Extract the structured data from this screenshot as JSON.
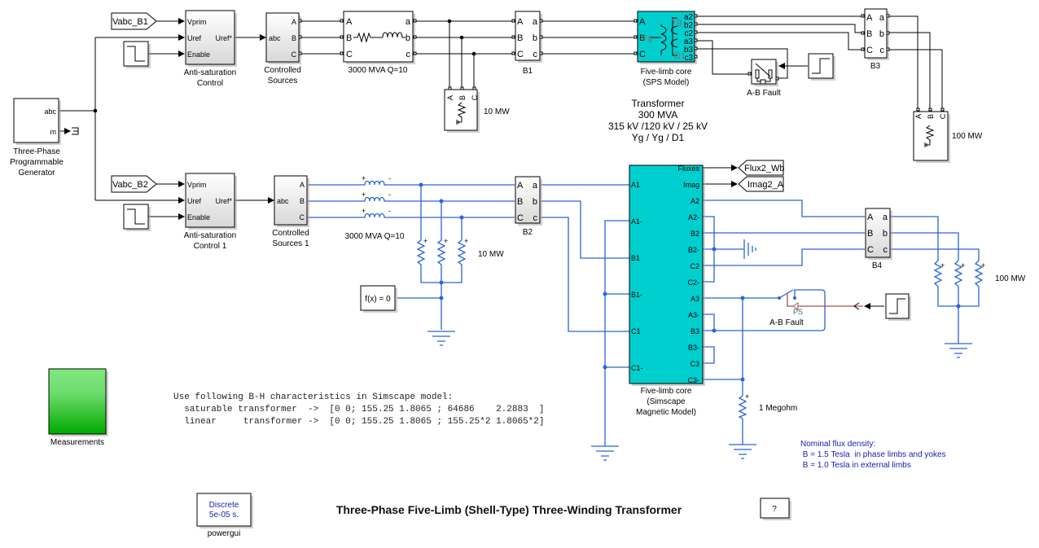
{
  "title": "Three-Phase Five-Limb (Shell-Type) Three-Winding Transformer",
  "colors": {
    "wire_physical": "#2b64d6",
    "wire_signal": "#000000",
    "wire_ps": "#a05555",
    "transformer_fill": "#00cfcf",
    "measurements_fill": "#00b000",
    "annotation_blue": "#1a1ab8"
  },
  "generator": {
    "label": "Three-Phase Programmable Generator",
    "label_lines": [
      "Three-Phase",
      "Programmable",
      "Generator"
    ],
    "ports": [
      "abc",
      "m"
    ]
  },
  "goto_tags": {
    "vabc_b1": "Vabc_B1",
    "vabc_b2": "Vabc_B2",
    "flux2": "Flux2_Wb",
    "imag2": "Imag2_A"
  },
  "anti_sat_1": {
    "label_lines": [
      "Anti-saturation",
      "Control"
    ],
    "inputs": [
      "Vprim",
      "Uref",
      "Enable"
    ],
    "output": "Uref*"
  },
  "anti_sat_2": {
    "label_lines": [
      "Anti-saturation",
      "Control 1"
    ],
    "inputs": [
      "Vprim",
      "Uref",
      "Enable"
    ],
    "output": "Uref*"
  },
  "sources_1": {
    "label_lines": [
      "Controlled",
      "Sources"
    ],
    "input": "abc",
    "outputs": [
      "A",
      "B",
      "C"
    ]
  },
  "sources_2": {
    "label_lines": [
      "Controlled",
      "Sources 1"
    ],
    "input": "abc",
    "outputs": [
      "A",
      "B",
      "C"
    ]
  },
  "rl_1": {
    "label": "3000 MVA Q=10",
    "in": [
      "A",
      "B",
      "C"
    ],
    "out": [
      "a",
      "b",
      "c"
    ]
  },
  "rl_2": {
    "label": "3000 MVA  Q=10"
  },
  "load_10mw_1": {
    "label": "10 MW",
    "ports": [
      "A",
      "B",
      "C"
    ]
  },
  "load_10mw_2": {
    "label": "10 MW"
  },
  "buses": {
    "b1": {
      "label": "B1",
      "in": [
        "A",
        "B",
        "C"
      ],
      "out": [
        "a",
        "b",
        "c"
      ]
    },
    "b2": {
      "label": "B2",
      "in": [
        "A",
        "B",
        "C"
      ],
      "out": [
        "a",
        "b",
        "c"
      ]
    },
    "b3": {
      "label": "B3",
      "in": [
        "A",
        "B",
        "C"
      ],
      "out": [
        "a",
        "b",
        "c"
      ]
    },
    "b4": {
      "label": "B4",
      "in": [
        "A",
        "B",
        "C"
      ],
      "out": [
        "a",
        "b",
        "c"
      ]
    }
  },
  "sps_transformer": {
    "label_lines": [
      "Five-limb core",
      "(SPS Model)"
    ],
    "in": [
      "A",
      "B",
      "C"
    ],
    "out": [
      "a2",
      "b2",
      "c2",
      "a3",
      "b3",
      "c3"
    ],
    "windings": [
      "Yg",
      "Yg",
      "D1"
    ]
  },
  "transformer_note": {
    "lines": [
      "Transformer",
      "300 MVA",
      "315 kV  /120 kV / 25 kV",
      "Yg / Yg / D1"
    ]
  },
  "fault_1": {
    "label": "A-B Fault"
  },
  "fault_2": {
    "label": "A-B Fault",
    "ps_label": "PS"
  },
  "load_100mw_1": {
    "label": "100 MW",
    "ports": [
      "A",
      "B",
      "C"
    ]
  },
  "load_100mw_2": {
    "label": "100 MW"
  },
  "solver": {
    "label": "f(x) = 0"
  },
  "simscape_transformer": {
    "label_lines": [
      "Five-limb core",
      "(Simscape",
      "Magnetic Model)"
    ],
    "left_ports": [
      "A1",
      "A1-",
      "B1",
      "B1-",
      "C1",
      "C1-"
    ],
    "right_ports": [
      "Fluxes",
      "Imag",
      "A2",
      "A2-",
      "B2",
      "B2-",
      "C2",
      "C2-",
      "A3",
      "A3-",
      "B3",
      "B3-",
      "C3",
      "C3-"
    ]
  },
  "resistor_1m": {
    "label": "1 Megohm"
  },
  "measurements": {
    "label": "Measurements"
  },
  "bh_note": {
    "lines": [
      "Use following B-H characteristics in Simscape model:",
      "  saturable transformer  ->  [0 0; 155.25 1.8065 ; 64686    2.2883  ]",
      "  linear     transformer ->  [0 0; 155.25 1.8065 ; 155.25*2 1.8065*2]"
    ]
  },
  "flux_note": {
    "lines": [
      "Nominal flux density:",
      " B = 1.5 Tesla  in phase limbs and yokes",
      " B = 1.0 Tesla in external limbs"
    ]
  },
  "powergui": {
    "lines": [
      "Discrete",
      "5e-05 s."
    ],
    "label": "powergui"
  },
  "help_button": {
    "label": "?"
  }
}
